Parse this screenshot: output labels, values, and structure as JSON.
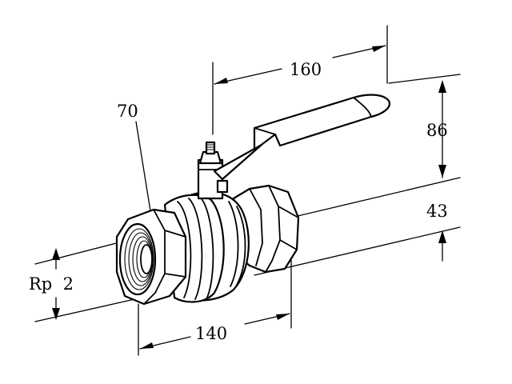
{
  "figure": {
    "dimensions": {
      "handle_length": "160",
      "height_above_axis": "86",
      "height_below_axis": "43",
      "across_flats": "70",
      "thread_size": "Rp  2",
      "body_length": "140"
    },
    "colors": {
      "line": "#000000",
      "background": "#ffffff"
    }
  }
}
